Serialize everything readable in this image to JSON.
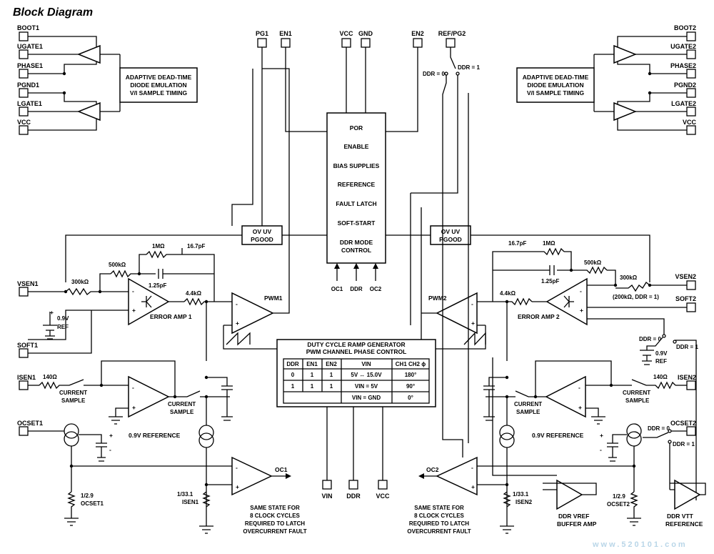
{
  "title": "Block Diagram",
  "pins": {
    "boot1": "BOOT1",
    "ugate1": "UGATE1",
    "phase1": "PHASE1",
    "pgnd1": "PGND1",
    "lgate1": "LGATE1",
    "vcc_l": "VCC",
    "boot2": "BOOT2",
    "ugate2": "UGATE2",
    "phase2": "PHASE2",
    "pgnd2": "PGND2",
    "lgate2": "LGATE2",
    "vcc_r": "VCC",
    "pg1": "PG1",
    "en1": "EN1",
    "vcc_top": "VCC",
    "gnd_top": "GND",
    "en2": "EN2",
    "refpg2": "REF/PG2",
    "vsen1": "VSEN1",
    "soft1": "SOFT1",
    "isen1": "ISEN1",
    "ocset1": "OCSET1",
    "vsen2": "VSEN2",
    "soft2": "SOFT2",
    "isen2": "ISEN2",
    "ocset2": "OCSET2",
    "vin_bot": "VIN",
    "ddr_bot": "DDR",
    "vcc_bot": "VCC"
  },
  "blocks": {
    "deadtime_left": [
      "ADAPTIVE DEAD-TIME",
      "DIODE EMULATION",
      "V/I SAMPLE TIMING"
    ],
    "deadtime_right": [
      "ADAPTIVE DEAD-TIME",
      "DIODE EMULATION",
      "V/I SAMPLE TIMING"
    ],
    "center": [
      "POR",
      "ENABLE",
      "BIAS SUPPLIES",
      "REFERENCE",
      "FAULT LATCH",
      "SOFT-START",
      "DDR MODE",
      "CONTROL"
    ],
    "center_inputs": [
      "OC1",
      "DDR",
      "OC2"
    ],
    "ovuv_left": [
      "OV UV",
      "PGOOD"
    ],
    "ovuv_right": [
      "OV UV",
      "PGOOD"
    ],
    "ramp_title": [
      "DUTY CYCLE RAMP GENERATOR",
      "PWM CHANNEL PHASE CONTROL"
    ]
  },
  "ramp_table": {
    "headers": [
      "DDR",
      "EN1",
      "EN2",
      "VIN",
      "CH1 CH2 ϕ"
    ],
    "rows": [
      [
        "0",
        "1",
        "1",
        "5V ↔ 15.0V",
        "180°"
      ],
      [
        "1",
        "1",
        "1",
        "VIN = 5V",
        "90°"
      ],
      [
        "",
        "",
        "",
        "VIN = GND",
        "0°"
      ]
    ]
  },
  "labels": {
    "ddr0_top": "DDR = 0",
    "ddr1_top": "DDR = 1",
    "r_1m_l": "1MΩ",
    "c_167_l": "16.7pF",
    "r_500k_l": "500kΩ",
    "r_300k_l": "300kΩ",
    "c_125_l": "1.25pF",
    "r_44k_l": "4.4kΩ",
    "ref_09_l": "0.9V",
    "ref_l": "REF",
    "ea1": "ERROR AMP 1",
    "pwm1": "PWM1",
    "r_140_l": "140Ω",
    "cs_l1": "CURRENT",
    "cs_l2": "SAMPLE",
    "cs_l3": "CURRENT",
    "cs_l4": "SAMPLE",
    "ref09_l": "0.9V REFERENCE",
    "oc1": "OC1",
    "div29_l": "1/2.9",
    "ocset1_lbl": "OCSET1",
    "div331_l": "1/33.1",
    "isen1_lbl": "ISEN1",
    "latch_l": [
      "SAME STATE FOR",
      "8 CLOCK CYCLES",
      "REQUIRED TO LATCH",
      "OVERCURRENT FAULT"
    ],
    "c_167_r": "16.7pF",
    "r_1m_r": "1MΩ",
    "r_500k_r": "500kΩ",
    "r_300k_r": "300kΩ",
    "c_125_r": "1.25pF",
    "r_44k_r": "4.4kΩ",
    "pwm2": "PWM2",
    "ea2": "ERROR AMP 2",
    "r200k": "(200kΩ, DDR = 1)",
    "ddr0_mid": "DDR = 0",
    "ddr1_mid": "DDR = 1",
    "ref_09_r": "0.9V",
    "ref_r": "REF",
    "r_140_r": "140Ω",
    "cs_r1": "CURRENT",
    "cs_r2": "SAMPLE",
    "cs_r3": "CURRENT",
    "cs_r4": "SAMPLE",
    "ref09_r": "0.9V REFERENCE",
    "ddr0_oc": "DDR = 0",
    "ddr1_oc": "DDR = 1",
    "oc2": "OC2",
    "div331_r": "1/33.1",
    "isen2_lbl": "ISEN2",
    "div29_r": "1/2.9",
    "ocset2_lbl": "OCSET2",
    "latch_r": [
      "SAME STATE FOR",
      "8 CLOCK CYCLES",
      "REQUIRED TO LATCH",
      "OVERCURRENT FAULT"
    ],
    "vref_buf": [
      "DDR VREF",
      "BUFFER AMP"
    ],
    "vtt_ref": [
      "DDR VTT",
      "REFERENCE"
    ]
  },
  "watermark": "www.520101.com"
}
